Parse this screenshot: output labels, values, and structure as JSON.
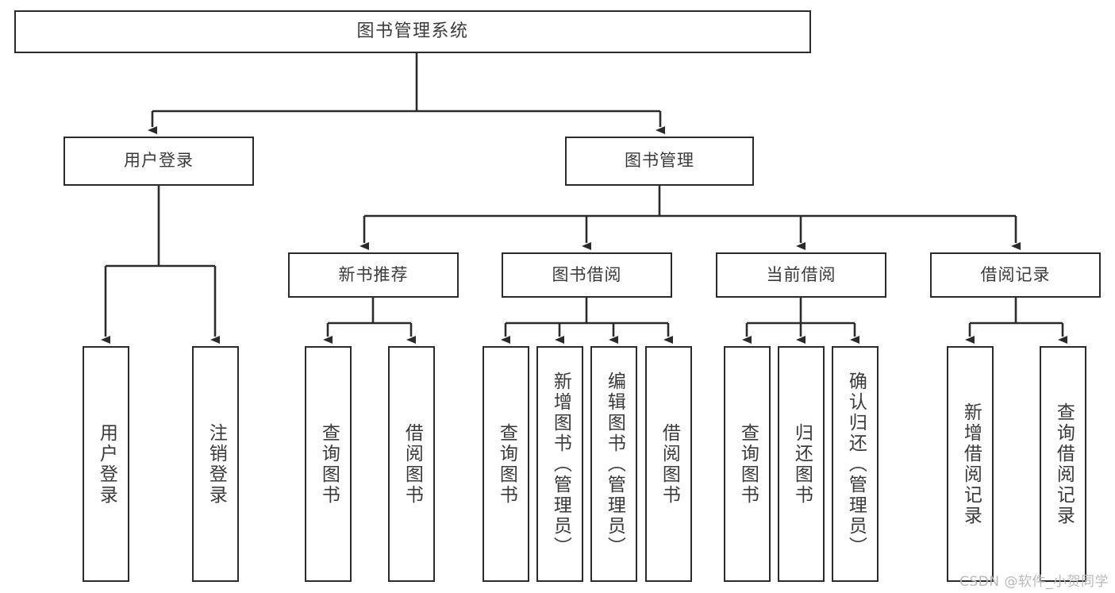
{
  "diagram": {
    "title": "图书管理系统",
    "type": "tree-hierarchy-chart",
    "line_color": "#2b2b2b",
    "box_fill": "#ffffff",
    "text_color": "#3a3a3a",
    "watermark": "CSDN @软件_小贺同学",
    "nodes": {
      "root": {
        "label": "图书管理系统"
      },
      "tier2": [
        {
          "label": "用户登录"
        },
        {
          "label": "图书管理"
        }
      ],
      "tier3": [
        {
          "label": "新书推荐"
        },
        {
          "label": "图书借阅"
        },
        {
          "label": "当前借阅"
        },
        {
          "label": "借阅记录"
        }
      ],
      "leaves": {
        "user_login": [
          {
            "label": "用户登录"
          },
          {
            "label": "注销登录"
          }
        ],
        "new_book_recommend": [
          {
            "label": "查询图书"
          },
          {
            "label": "借阅图书"
          }
        ],
        "book_borrow": [
          {
            "label": "查询图书"
          },
          {
            "label": "新增图书（管理员）"
          },
          {
            "label": "编辑图书（管理员）"
          },
          {
            "label": "借阅图书"
          }
        ],
        "current_borrow": [
          {
            "label": "查询图书"
          },
          {
            "label": "归还图书"
          },
          {
            "label": "确认归还（管理员）"
          }
        ],
        "borrow_record": [
          {
            "label": "新增借阅记录"
          },
          {
            "label": "查询借阅记录"
          }
        ]
      }
    }
  }
}
